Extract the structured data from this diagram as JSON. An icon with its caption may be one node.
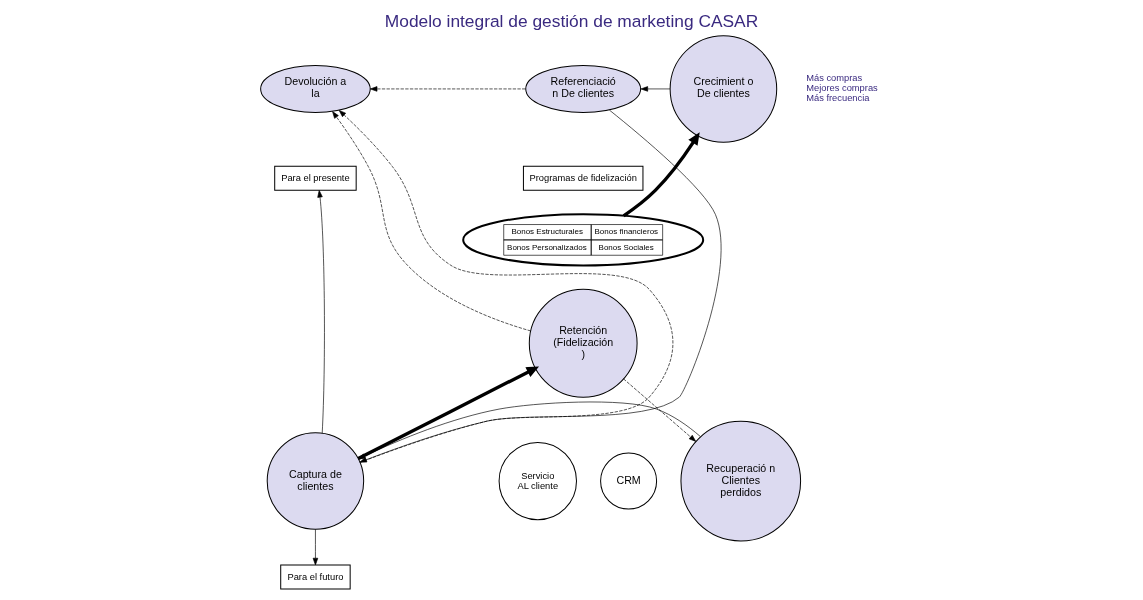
{
  "diagram": {
    "title": "Modelo integral de gestión de marketing CASAR",
    "nodes": [
      {
        "text": [
          "Devolución a la"
        ]
      },
      {
        "text": [
          "Referenciació n De clientes"
        ]
      },
      {
        "text": [
          "Crecimient o De clientes"
        ],
        "beside": [
          "Más compras",
          "Mejores compras",
          "Más frecuencia"
        ]
      },
      {
        "text": [
          "Programas de fidelización"
        ]
      },
      {
        "text": [
          "Bonos Estructurales",
          "Bonos financieros",
          "Bonos Personalizados",
          "Bonos Sociales"
        ]
      },
      {
        "text": [
          "Retención (Fidelización )"
        ]
      },
      {
        "text": [
          "Servicio AL cliente"
        ]
      },
      {
        "text": [
          "CRM"
        ]
      },
      {
        "text": [
          "Para el presente"
        ]
      },
      {
        "text": [
          "Captura de clientes"
        ]
      },
      {
        "text": [
          "Para el futuro"
        ]
      },
      {
        "text": [
          "Recuperació n Clientes perdidos"
        ]
      }
    ],
    "edges": [
      {
        "from": 1,
        "to": 0,
        "arrow": "to",
        "style": "dashed"
      },
      {
        "from": 5,
        "to": 0,
        "arrow": "to",
        "style": "dashed"
      },
      {
        "from": 9,
        "to": 0,
        "arrow": "to",
        "style": "dashed"
      },
      {
        "from": 2,
        "to": 1,
        "arrow": "to"
      },
      {
        "from": 1,
        "to": 9,
        "arrow": "to"
      },
      {
        "from": 9,
        "to": 5,
        "arrow": "to",
        "style": "thick"
      },
      {
        "from": 4,
        "to": 2,
        "arrow": "to",
        "style": "thick"
      },
      {
        "from": 5,
        "to": 11,
        "arrow": "to",
        "style": "dashed"
      },
      {
        "from": 11,
        "to": 9,
        "arrow": "to"
      },
      {
        "from": 9,
        "to": 8,
        "arrow": "to"
      },
      {
        "from": 9,
        "to": 10,
        "arrow": "to"
      }
    ]
  }
}
